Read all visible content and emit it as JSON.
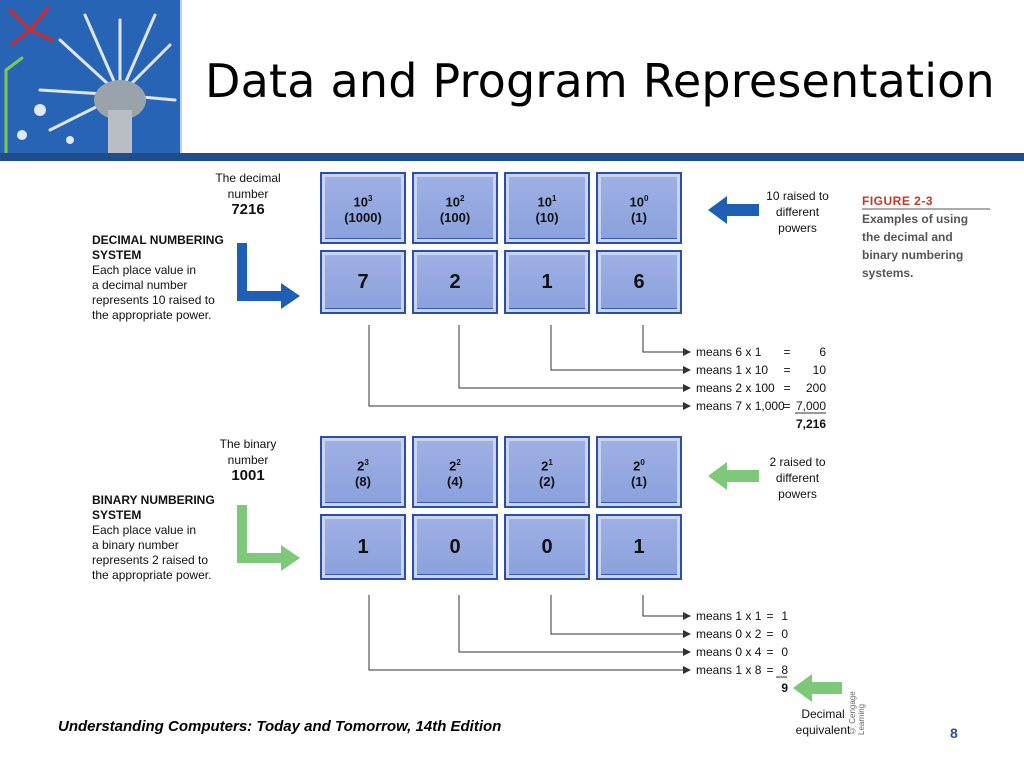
{
  "title": "Data and Program Representation",
  "footer": "Understanding Computers: Today and Tomorrow, 14th Edition",
  "page_number": "8",
  "copyright": "© Cengage Learning",
  "colors": {
    "header_bar": "#1f4e8c",
    "tile_fill": "#9fb0e4",
    "tile_border": "#2b4fa5",
    "decimal_arrow": "#1e5fb5",
    "binary_arrow": "#7ec87a",
    "figure_label": "#c0392b"
  },
  "caption": {
    "figure": "FIGURE 2-3",
    "text_lines": [
      "Examples of using",
      "the decimal and",
      "binary numbering",
      "systems."
    ]
  },
  "decimal": {
    "label_lines": [
      "The decimal",
      "number"
    ],
    "number": "7216",
    "heading_lines": [
      "DECIMAL NUMBERING",
      "SYSTEM"
    ],
    "desc_lines": [
      "Each place value in",
      "a decimal number",
      "represents 10 raised to",
      "the appropriate power."
    ],
    "right_label_lines": [
      "10 raised to",
      "different",
      "powers"
    ],
    "places": [
      {
        "base": "10",
        "exp": "3",
        "value": "(1000)"
      },
      {
        "base": "10",
        "exp": "2",
        "value": "(100)"
      },
      {
        "base": "10",
        "exp": "1",
        "value": "(10)"
      },
      {
        "base": "10",
        "exp": "0",
        "value": "(1)"
      }
    ],
    "digits": [
      "7",
      "2",
      "1",
      "6"
    ],
    "means": [
      {
        "expr": "means 6 x 1",
        "eq": "=",
        "result": "6"
      },
      {
        "expr": "means 1 x 10",
        "eq": "=",
        "result": "10"
      },
      {
        "expr": "means 2 x 100",
        "eq": "=",
        "result": "200"
      },
      {
        "expr": "means 7 x 1,000",
        "eq": "=",
        "result": "7,000"
      }
    ],
    "total": "7,216"
  },
  "binary": {
    "label_lines": [
      "The binary",
      "number"
    ],
    "number": "1001",
    "heading_lines": [
      "BINARY NUMBERING",
      "SYSTEM"
    ],
    "desc_lines": [
      "Each place value in",
      "a binary number",
      "represents 2 raised to",
      "the appropriate power."
    ],
    "right_label_lines": [
      "2 raised to",
      "different",
      "powers"
    ],
    "places": [
      {
        "base": "2",
        "exp": "3",
        "value": "(8)"
      },
      {
        "base": "2",
        "exp": "2",
        "value": "(4)"
      },
      {
        "base": "2",
        "exp": "1",
        "value": "(2)"
      },
      {
        "base": "2",
        "exp": "0",
        "value": "(1)"
      }
    ],
    "digits": [
      "1",
      "0",
      "0",
      "1"
    ],
    "means": [
      {
        "expr": "means 1 x 1",
        "eq": "=",
        "result": "1"
      },
      {
        "expr": "means 0 x 2",
        "eq": "=",
        "result": "0"
      },
      {
        "expr": "means 0 x 4",
        "eq": "=",
        "result": "0"
      },
      {
        "expr": "means 1 x 8",
        "eq": "=",
        "result": "8"
      }
    ],
    "total": "9",
    "equivalent_lines": [
      "Decimal",
      "equivalent"
    ]
  }
}
